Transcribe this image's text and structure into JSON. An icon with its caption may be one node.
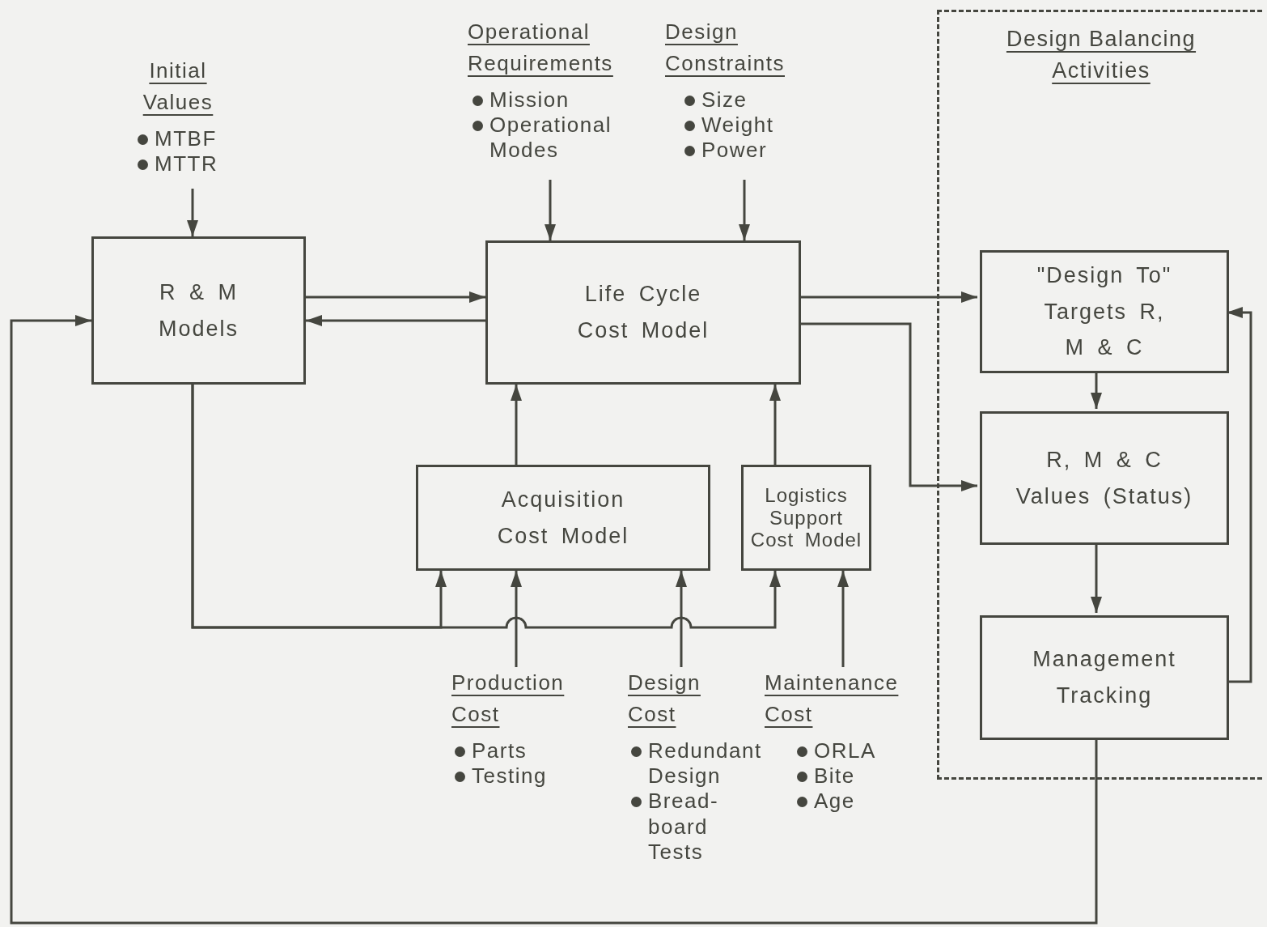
{
  "diagram": {
    "nodes": [
      {
        "text": [
          "Initial Values",
          "MTBF",
          "MTTR"
        ]
      },
      {
        "text": [
          "R & M Models"
        ]
      },
      {
        "text": [
          "Operational Requirements",
          "Mission",
          "Operational Modes"
        ]
      },
      {
        "text": [
          "Design Constraints",
          "Size",
          "Weight",
          "Power"
        ]
      },
      {
        "text": [
          "Life Cycle Cost Model"
        ]
      },
      {
        "text": [
          "Design Balancing Activities"
        ]
      },
      {
        "text": [
          "\"Design To\" Targets R, M & C"
        ],
        "in": 5
      },
      {
        "text": [
          "R, M & C Values (Status)"
        ],
        "in": 5
      },
      {
        "text": [
          "Management Tracking"
        ],
        "in": 5
      },
      {
        "text": [
          "Acquisition Cost Model"
        ]
      },
      {
        "text": [
          "Logistics Support Cost Model"
        ]
      },
      {
        "text": [
          "Production Cost",
          "Parts",
          "Testing"
        ]
      },
      {
        "text": [
          "Design Cost",
          "Redundant Design",
          "Bread- board Tests"
        ]
      },
      {
        "text": [
          "Maintenance Cost",
          "ORLA",
          "Bite",
          "Age"
        ]
      }
    ],
    "edges": [
      {
        "from": 0,
        "to": 1,
        "arrow": "to"
      },
      {
        "from": 2,
        "to": 4,
        "arrow": "to"
      },
      {
        "from": 3,
        "to": 4,
        "arrow": "to"
      },
      {
        "from": 1,
        "to": 4,
        "arrow": "to"
      },
      {
        "from": 4,
        "to": 1,
        "arrow": "to"
      },
      {
        "from": 4,
        "to": 6,
        "arrow": "to"
      },
      {
        "from": 4,
        "to": 7,
        "arrow": "to"
      },
      {
        "from": 6,
        "to": 7,
        "arrow": "to"
      },
      {
        "from": 7,
        "to": 8,
        "arrow": "to"
      },
      {
        "from": 8,
        "to": 6,
        "arrow": "to"
      },
      {
        "from": 8,
        "to": 1,
        "arrow": "to"
      },
      {
        "from": 9,
        "to": 4,
        "arrow": "to"
      },
      {
        "from": 10,
        "to": 4,
        "arrow": "to"
      },
      {
        "from": 11,
        "to": 9,
        "arrow": "to"
      },
      {
        "from": 12,
        "to": 9,
        "arrow": "to"
      },
      {
        "from": 13,
        "to": 10,
        "arrow": "to"
      },
      {
        "from": 1,
        "to": 9,
        "arrow": "to"
      },
      {
        "from": 1,
        "to": 10,
        "arrow": "to"
      }
    ]
  }
}
